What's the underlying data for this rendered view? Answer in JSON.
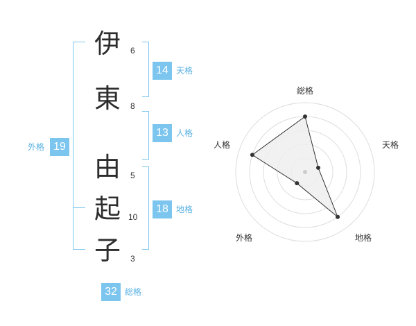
{
  "name": {
    "characters": [
      {
        "char": "伊",
        "strokes": "6"
      },
      {
        "char": "東",
        "strokes": "8"
      },
      {
        "char": "由",
        "strokes": "5"
      },
      {
        "char": "起",
        "strokes": "10"
      },
      {
        "char": "子",
        "strokes": "3"
      }
    ]
  },
  "fortune": {
    "tenkaku": {
      "value": "14",
      "label": "天格"
    },
    "jinkaku": {
      "value": "13",
      "label": "人格"
    },
    "chikaku": {
      "value": "18",
      "label": "地格"
    },
    "gaikaku": {
      "value": "19",
      "label": "外格"
    },
    "soukaku": {
      "value": "32",
      "label": "総格"
    }
  },
  "chart_data": {
    "type": "radar",
    "categories": [
      "総格",
      "天格",
      "地格",
      "外格",
      "人格"
    ],
    "values": [
      4,
      1,
      4,
      1,
      4
    ],
    "range": [
      0,
      5
    ],
    "grid": true,
    "colors": {
      "fill": "#eeeeee",
      "line": "#333333",
      "grid": "#dddddd",
      "center": "#cccccc"
    }
  }
}
